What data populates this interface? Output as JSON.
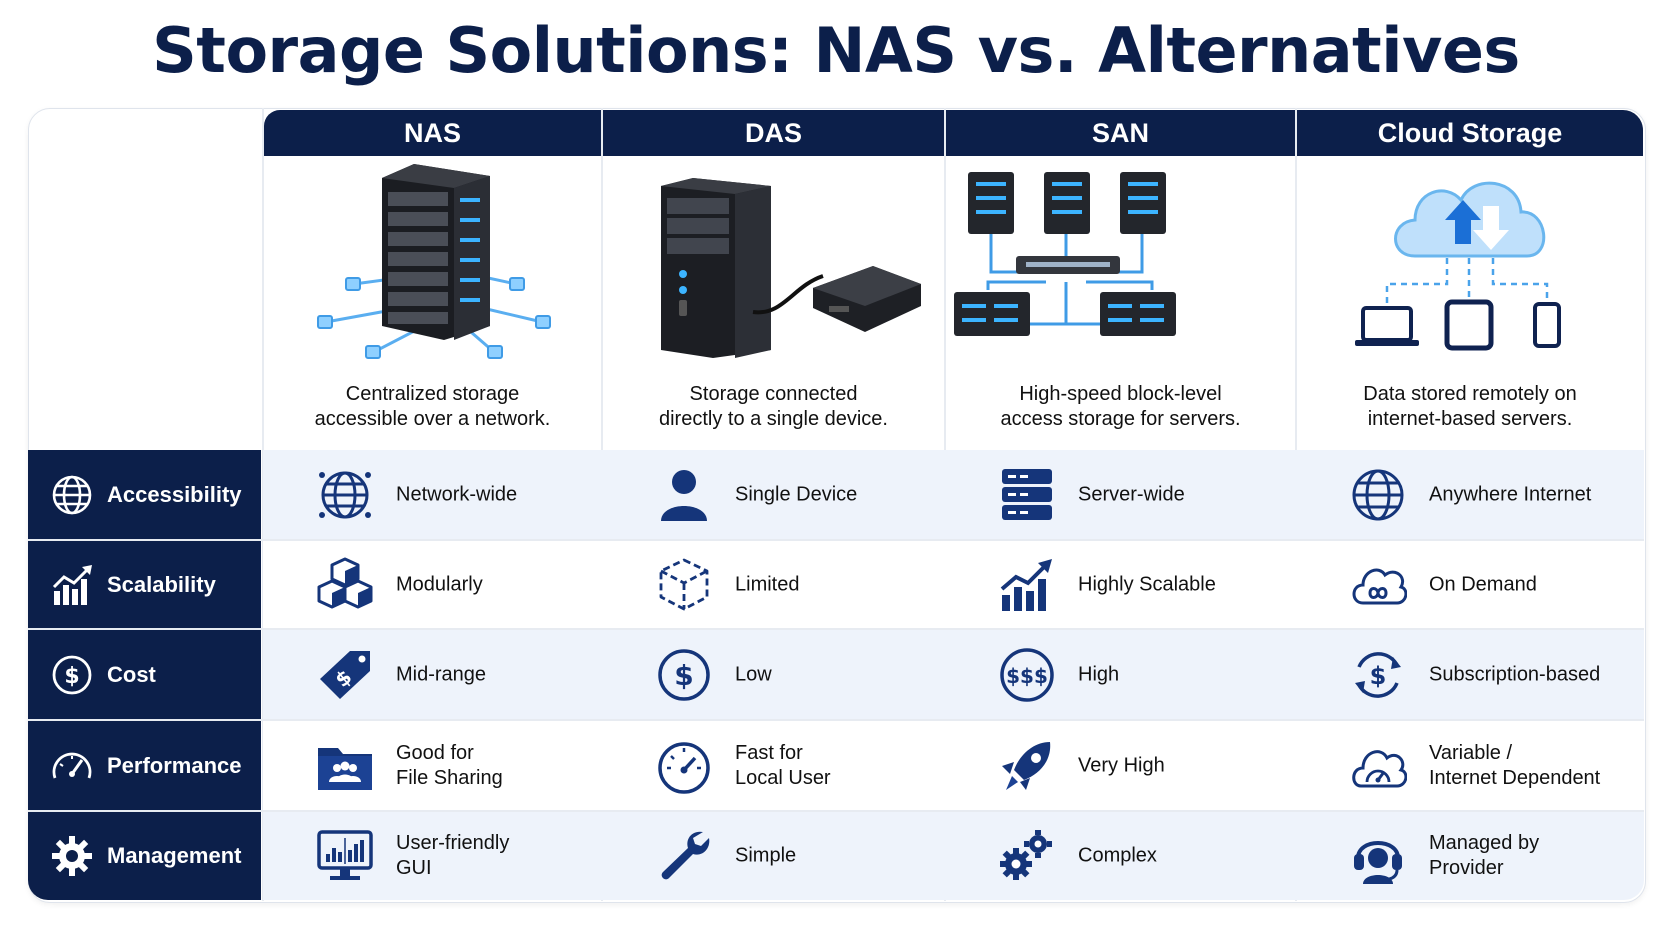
{
  "title": "Storage Solutions: NAS vs. Alternatives",
  "columns": [
    {
      "name": "NAS",
      "description": "Centralized storage\naccessible over a network."
    },
    {
      "name": "DAS",
      "description": "Storage connected\ndirectly to a single device."
    },
    {
      "name": "SAN",
      "description": "High-speed block-level\naccess storage for servers."
    },
    {
      "name": "Cloud Storage",
      "description": "Data stored remotely on\ninternet-based servers."
    }
  ],
  "rows": [
    {
      "label": "Accessibility",
      "icon": "globe-icon",
      "cells": [
        {
          "text": "Network-wide",
          "icon": "globe-network-icon"
        },
        {
          "text": "Single Device",
          "icon": "user-icon"
        },
        {
          "text": "Server-wide",
          "icon": "server-stack-icon"
        },
        {
          "text": "Anywhere Internet",
          "icon": "globe-icon"
        }
      ]
    },
    {
      "label": "Scalability",
      "icon": "growth-chart-icon",
      "cells": [
        {
          "text": "Modularly",
          "icon": "cubes-icon"
        },
        {
          "text": "Limited",
          "icon": "dashed-cube-icon"
        },
        {
          "text": "Highly Scalable",
          "icon": "growth-chart-icon"
        },
        {
          "text": "On Demand",
          "icon": "cloud-infinity-icon"
        }
      ]
    },
    {
      "label": "Cost",
      "icon": "dollar-circle-icon",
      "cells": [
        {
          "text": "Mid-range",
          "icon": "price-tag-icon"
        },
        {
          "text": "Low",
          "icon": "dollar-circle-icon"
        },
        {
          "text": "High",
          "icon": "triple-dollar-icon"
        },
        {
          "text": "Subscription-based",
          "icon": "recurring-dollar-icon"
        }
      ]
    },
    {
      "label": "Performance",
      "icon": "speedometer-icon",
      "cells": [
        {
          "text": "Good for\nFile Sharing",
          "icon": "shared-folder-icon"
        },
        {
          "text": "Fast for\nLocal User",
          "icon": "stopwatch-icon"
        },
        {
          "text": "Very High",
          "icon": "rocket-icon"
        },
        {
          "text": "Variable /\nInternet Dependent",
          "icon": "cloud-gauge-icon"
        }
      ]
    },
    {
      "label": "Management",
      "icon": "gear-icon",
      "cells": [
        {
          "text": "User-friendly\nGUI",
          "icon": "monitor-dashboard-icon"
        },
        {
          "text": "Simple",
          "icon": "wrench-icon"
        },
        {
          "text": "Complex",
          "icon": "gears-icon"
        },
        {
          "text": "Managed by\nProvider",
          "icon": "headset-icon"
        }
      ]
    }
  ],
  "colors": {
    "navy": "#0c1f4a",
    "icon_blue": "#15357a",
    "row_tint": "#eef3fb",
    "accent": "#2f8fe6"
  }
}
